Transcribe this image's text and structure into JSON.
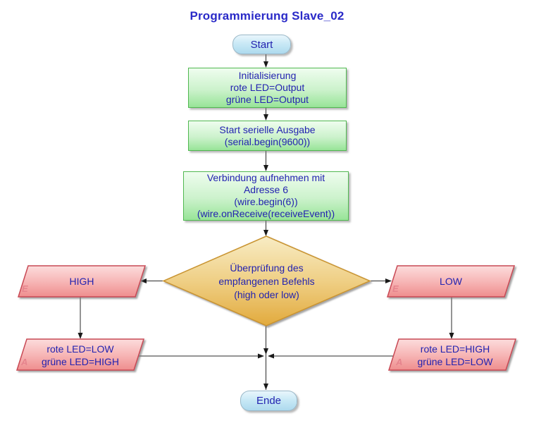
{
  "title": "Programmierung Slave_02",
  "nodes": {
    "start": {
      "label": "Start"
    },
    "init": {
      "lines": [
        "Initialisierung",
        "rote LED=Output",
        "grüne LED=Output"
      ]
    },
    "serial": {
      "lines": [
        "Start serielle Ausgabe",
        "(serial.begin(9600))"
      ]
    },
    "wire": {
      "lines": [
        "Verbindung aufnehmen mit",
        "Adresse 6",
        "(wire.begin(6))",
        "(wire.onReceive(receiveEvent))"
      ]
    },
    "decision": {
      "lines": [
        "Überprüfung des",
        "empfangenen Befehls",
        "(high oder low)"
      ]
    },
    "high": {
      "label": "HIGH",
      "tag": "E"
    },
    "low": {
      "label": "LOW",
      "tag": "E"
    },
    "out_left": {
      "lines": [
        "rote LED=LOW",
        "grüne LED=HIGH"
      ],
      "tag": "A"
    },
    "out_right": {
      "lines": [
        "rote LED=HIGH",
        "grüne LED=LOW"
      ],
      "tag": "A"
    },
    "end": {
      "label": "Ende"
    }
  },
  "colors": {
    "title_text": "#2a2ac8",
    "node_text": "#2323b0",
    "process_fill_top": "#effdef",
    "process_fill_bottom": "#98e498",
    "process_border": "#50b850",
    "decision_fill_top": "#f8e9bd",
    "decision_fill_bottom": "#e2aa3d",
    "decision_border": "#c99430",
    "io_fill_top": "#fcdada",
    "io_fill_bottom": "#ef9191",
    "io_border": "#c84a55",
    "terminal_fill_top": "#e9f6fc",
    "terminal_fill_bottom": "#addaee",
    "terminal_border": "#9ab8c8",
    "connector": "#2a2a2a",
    "tag_letter": "#e6848d"
  }
}
